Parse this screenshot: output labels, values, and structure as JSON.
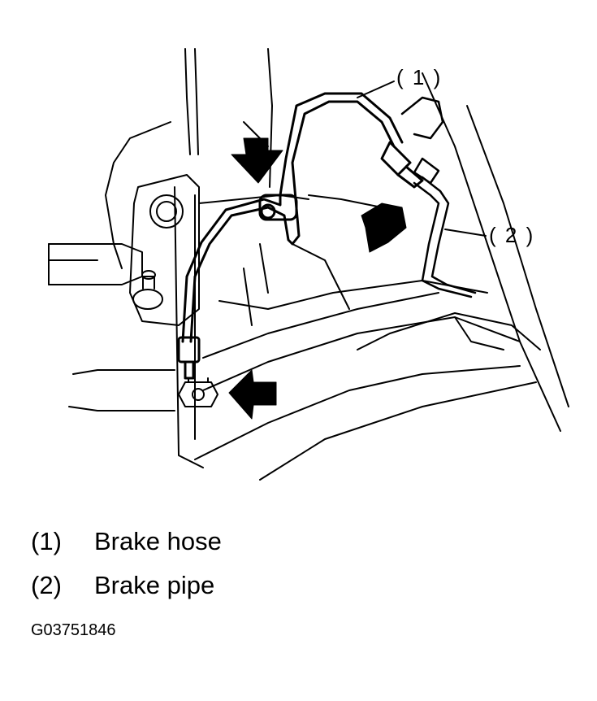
{
  "callouts": {
    "hose_marker": "( 1 )",
    "pipe_marker": "( 2 )"
  },
  "legend": [
    {
      "number": "(1)",
      "label": "Brake hose"
    },
    {
      "number": "(2)",
      "label": "Brake pipe"
    }
  ],
  "figure_code": "G03751846",
  "colors": {
    "ink": "#000000",
    "paper": "#ffffff"
  }
}
